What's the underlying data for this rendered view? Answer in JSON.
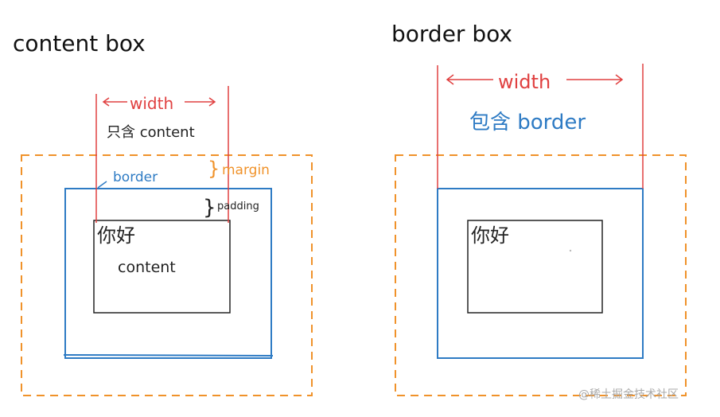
{
  "left": {
    "title": "content box",
    "width_label": "width",
    "width_note": "只含 content",
    "border_label": "border",
    "margin_label": "margin",
    "padding_label": "padding",
    "greeting": "你好",
    "content_label": "content"
  },
  "right": {
    "title": "border box",
    "width_label": "width",
    "width_note": "包含 border",
    "greeting": "你好"
  },
  "watermark": "@稀土掘金技术社区",
  "colors": {
    "width": "#e04040",
    "border": "#2e7bc4",
    "margin": "#f0922a",
    "content": "#222222"
  }
}
